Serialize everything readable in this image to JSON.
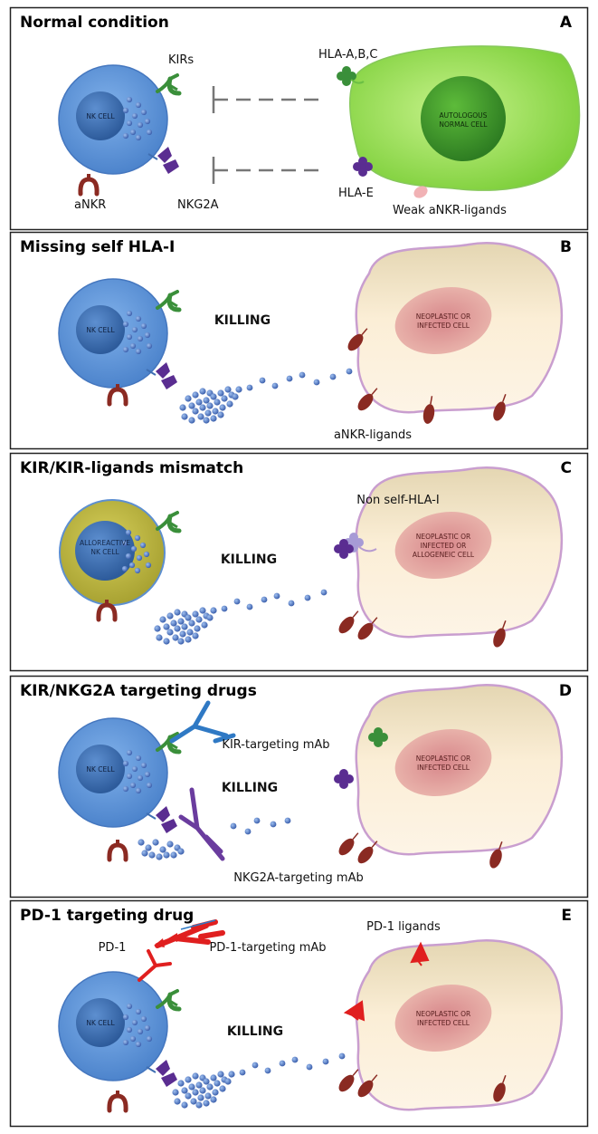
{
  "panels": [
    {
      "title": "Normal condition",
      "letter": "A",
      "nk_label": "NK CELL",
      "target_label": [
        "AUTOLOGOUS",
        "NORMAL CELL"
      ],
      "labels": {
        "kirs": "KIRs",
        "nkg2a": "NKG2A",
        "ankr": "aNKR",
        "hla_abc": "HLA-A,B,C",
        "hla_e": "HLA-E",
        "weak_ligands": "Weak aNKR-ligands"
      }
    },
    {
      "title": "Missing self HLA-I",
      "letter": "B",
      "nk_label": "NK CELL",
      "killing": "KILLING",
      "target_label": [
        "NEOPLASTIC OR",
        "INFECTED CELL"
      ],
      "labels": {
        "ligands": "aNKR-ligands"
      }
    },
    {
      "title": "KIR/KIR-ligands mismatch",
      "letter": "C",
      "nk_label": [
        "ALLOREACTIVE",
        "NK CELL"
      ],
      "killing": "KILLING",
      "target_label": [
        "NEOPLASTIC OR",
        "INFECTED OR",
        "ALLOGENEIC CELL"
      ],
      "labels": {
        "non_self": "Non self-HLA-I"
      }
    },
    {
      "title": "KIR/NKG2A targeting drugs",
      "letter": "D",
      "nk_label": "NK CELL",
      "killing": "KILLING",
      "target_label": [
        "NEOPLASTIC OR",
        "INFECTED CELL"
      ],
      "labels": {
        "kir_mab": "KIR-targeting mAb",
        "nkg2a_mab": "NKG2A-targeting mAb"
      }
    },
    {
      "title": "PD-1 targeting drug",
      "letter": "E",
      "nk_label": "NK CELL",
      "killing": "KILLING",
      "target_label": [
        "NEOPLASTIC OR",
        "INFECTED CELL"
      ],
      "labels": {
        "pd1": "PD-1",
        "pd1_mab": "PD-1-targeting mAb",
        "pd1_ligands": "PD-1 ligands"
      }
    }
  ],
  "colors": {
    "nk_outer": "#5b93d6",
    "nk_inner": "#3a6fb5",
    "alloreactive_outer": "#c8bf45",
    "kir_green": "#3a8f3a",
    "nkg2a_purple": "#5a2d91",
    "ankr_red": "#8b2a22",
    "mab_blue": "#2f79c4",
    "mab_purple": "#6a3c9e",
    "pd1_red": "#e01f1f",
    "normal_cell": "#9be05a",
    "tumor_cell": "#fbecd0"
  }
}
